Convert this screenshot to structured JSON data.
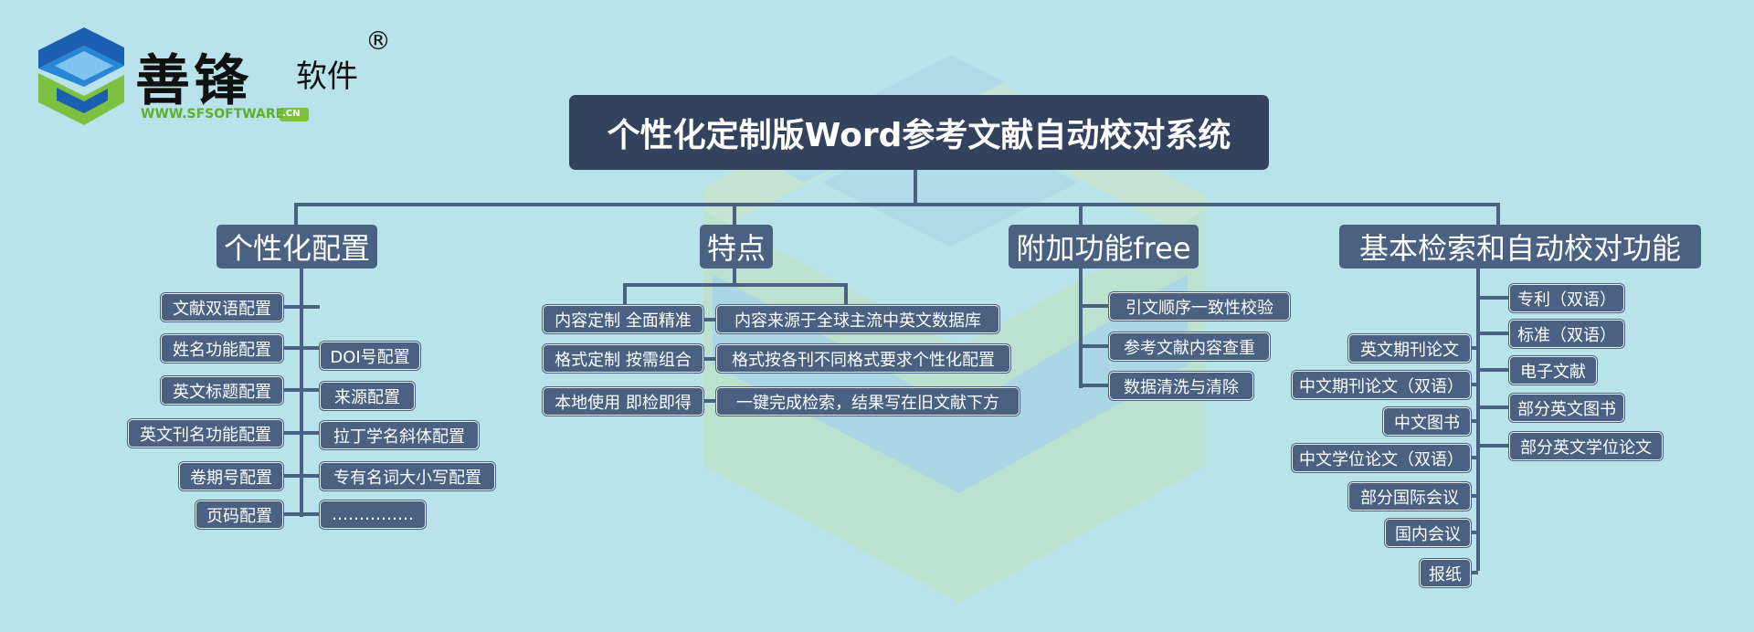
{
  "logo": {
    "brand": "善锋",
    "suffix": "软件",
    "registered": "®",
    "website": "WWW.SFSOFTWARE",
    "domain": ".CN"
  },
  "title": "个性化定制版Word参考文献自动校对系统",
  "branches": {
    "personal": {
      "label": "个性化配置",
      "left_items": [
        "文献双语配置",
        "姓名功能配置",
        "英文标题配置",
        "英文刊名功能配置",
        "卷期号配置",
        "页码配置"
      ],
      "right_items": [
        "DOI号配置",
        "来源配置",
        "拉丁学名斜体配置",
        "专有名词大小写配置",
        "……………"
      ]
    },
    "features": {
      "label": "特点",
      "left_items": [
        "内容定制  全面精准",
        "格式定制  按需组合",
        "本地使用  即检即得"
      ],
      "right_items": [
        "内容来源于全球主流中英文数据库",
        "格式按各刊不同格式要求个性化配置",
        "一键完成检索，结果写在旧文献下方"
      ]
    },
    "extra": {
      "label": "附加功能free",
      "items": [
        "引文顺序一致性校验",
        "参考文献内容查重",
        "数据清洗与清除"
      ]
    },
    "basic": {
      "label": "基本检索和自动校对功能",
      "left_items": [
        "英文期刊论文",
        "中文期刊论文（双语）",
        "中文图书",
        "中文学位论文（双语）",
        "部分国际会议",
        "国内会议",
        "报纸"
      ],
      "right_items": [
        "专利（双语）",
        "标准（双语）",
        "电子文献",
        "部分英文图书",
        "部分英文学位论文"
      ]
    }
  },
  "colors": {
    "background": "#b9e3ea",
    "node": "#4a6182",
    "title": "#34435d",
    "line": "#4a6182",
    "logo_blue": "#1a6fc4",
    "logo_green": "#7dc142"
  }
}
